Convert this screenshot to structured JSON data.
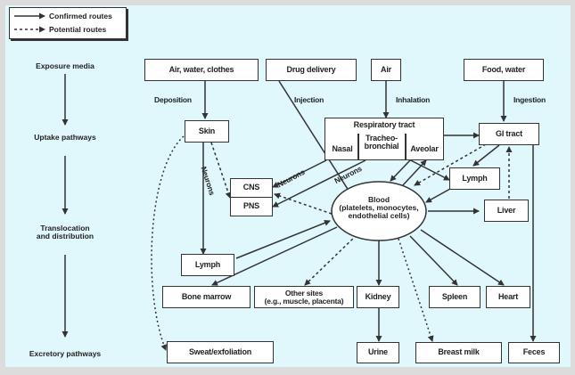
{
  "legend": {
    "confirmed": "Confirmed routes",
    "potential": "Potential routes"
  },
  "stages": {
    "exposure": "Exposure media",
    "uptake": "Uptake pathways",
    "translocation": "Translocation\nand distribution",
    "excretory": "Excretory pathways"
  },
  "sources": {
    "air_water_clothes": "Air, water, clothes",
    "drug_delivery": "Drug delivery",
    "air": "Air",
    "food_water": "Food, water"
  },
  "routes": {
    "deposition": "Deposition",
    "injection": "Injection",
    "inhalation": "Inhalation",
    "ingestion": "Ingestion",
    "neurons_skin": "Neurons",
    "neurons_nasal": "Neurons",
    "neurons_tb": "Neurons"
  },
  "organs": {
    "skin": "Skin",
    "respiratory_tract": "Respiratory tract",
    "nasal": "Nasal",
    "tracheobronchial": "Tracheo-\nbronchial",
    "alveolar": "Aveolar",
    "gi_tract": "GI tract",
    "cns": "CNS",
    "pns": "PNS",
    "lymph_right": "Lymph",
    "lymph_left": "Lymph",
    "liver": "Liver",
    "blood": "Blood\n(platelets, monocytes,\nendothelial cells)",
    "bone_marrow": "Bone marrow",
    "other_sites": "Other sites\n(e.g., muscle, placenta)",
    "kidney": "Kidney",
    "spleen": "Spleen",
    "heart": "Heart"
  },
  "excretion": {
    "sweat": "Sweat/exfoliation",
    "urine": "Urine",
    "breast_milk": "Breast milk",
    "feces": "Feces"
  },
  "colors": {
    "background": "#e0f7fb",
    "line": "#333333",
    "box_fill": "#ffffff"
  }
}
